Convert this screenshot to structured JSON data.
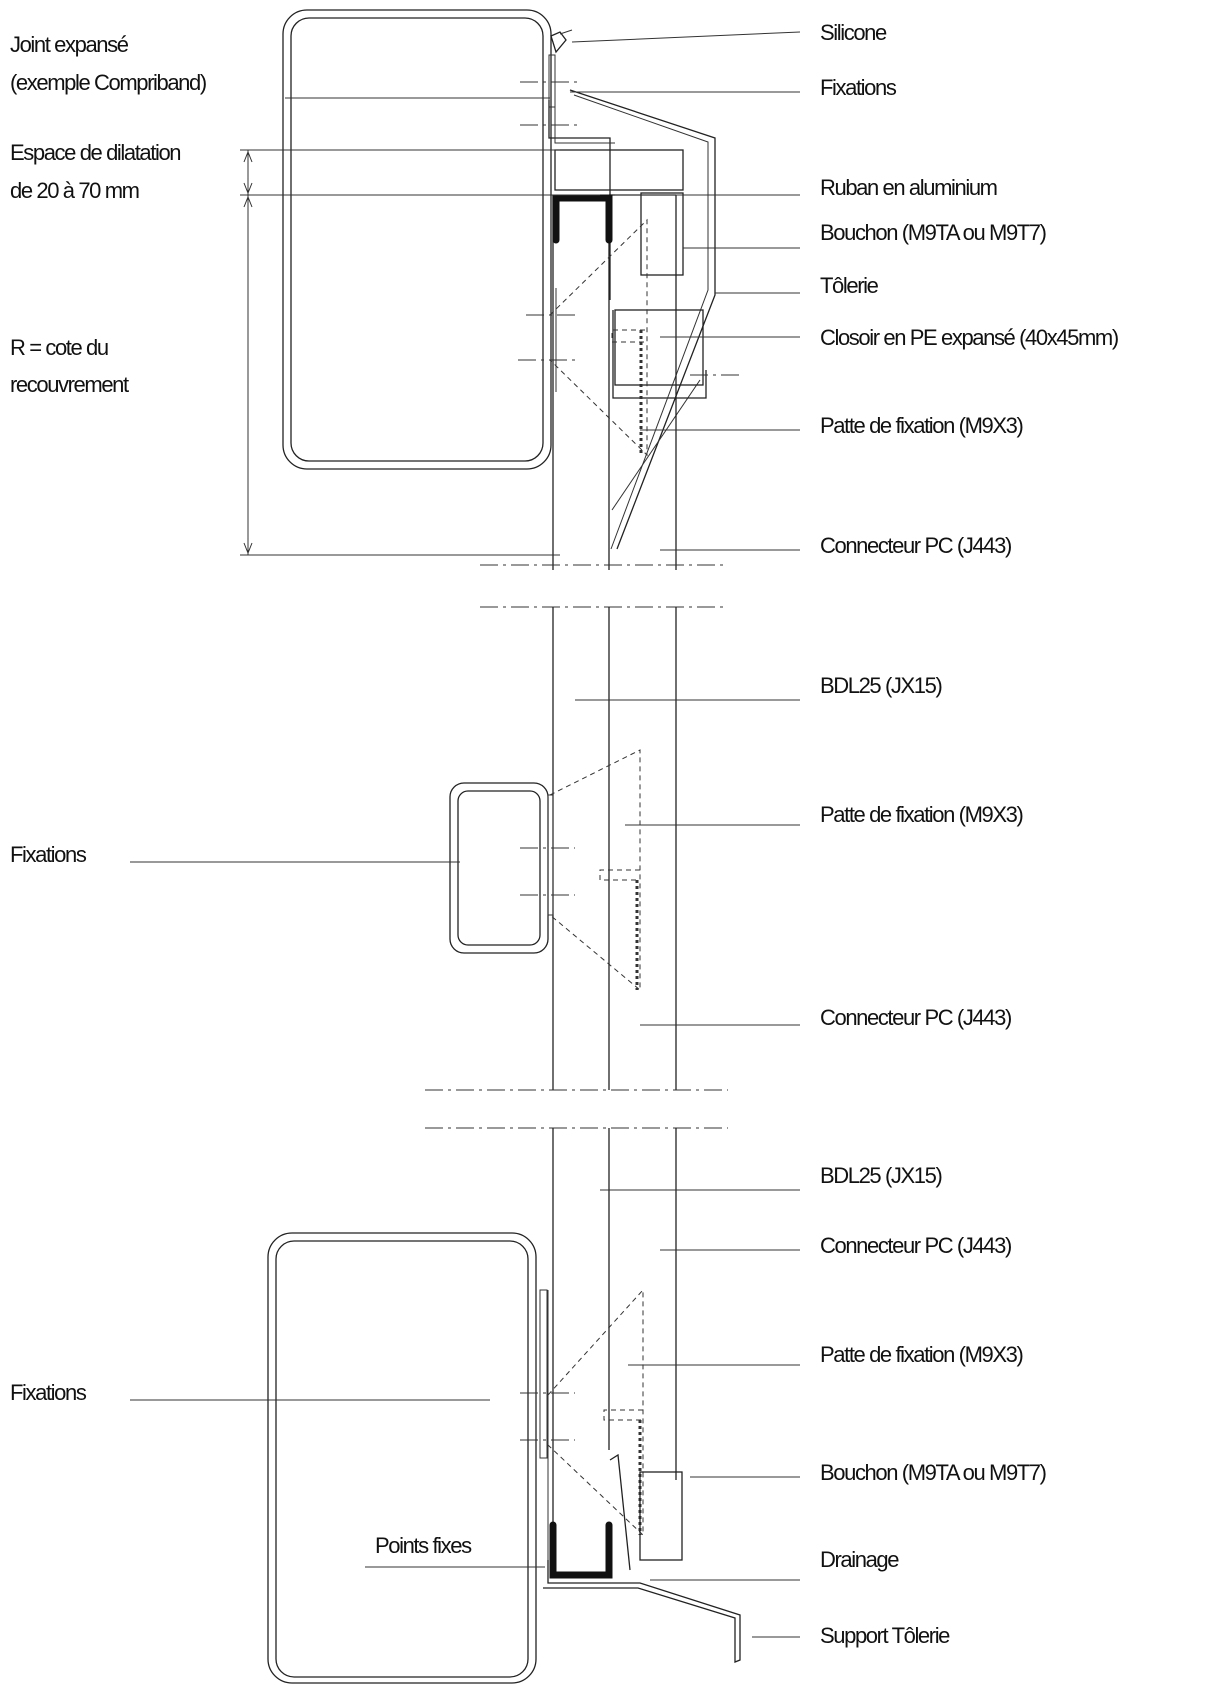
{
  "labels": {
    "joint_1": "Joint expansé",
    "joint_2": "(exemple Compriband)",
    "espace_1": "Espace de dilatation",
    "espace_2": "de 20 à 70 mm",
    "r_1": "R =  cote du",
    "r_2": "recouvrement",
    "fixations_mid": "Fixations",
    "fixations_bottom": "Fixations",
    "points_fixes": "Points fixes",
    "silicone": "Silicone",
    "fixations_top": "Fixations",
    "ruban": "Ruban en aluminium",
    "bouchon_top": "Bouchon (M9TA ou M9T7)",
    "tolerie": "Tôlerie",
    "closoir": "Closoir en PE expansé (40x45mm)",
    "patte_top": "Patte de fixation (M9X3)",
    "connecteur_top": "Connecteur PC (J443)",
    "bdl_mid": "BDL25 (JX15)",
    "patte_mid": "Patte de fixation (M9X3)",
    "connecteur_mid": "Connecteur PC (J443)",
    "bdl_bottom": "BDL25 (JX15)",
    "connecteur_bottom": "Connecteur PC (J443)",
    "patte_bottom": "Patte de fixation (M9X3)",
    "bouchon_bottom": "Bouchon (M9TA ou M9T7)",
    "drainage": "Drainage",
    "support": "Support Tôlerie"
  }
}
